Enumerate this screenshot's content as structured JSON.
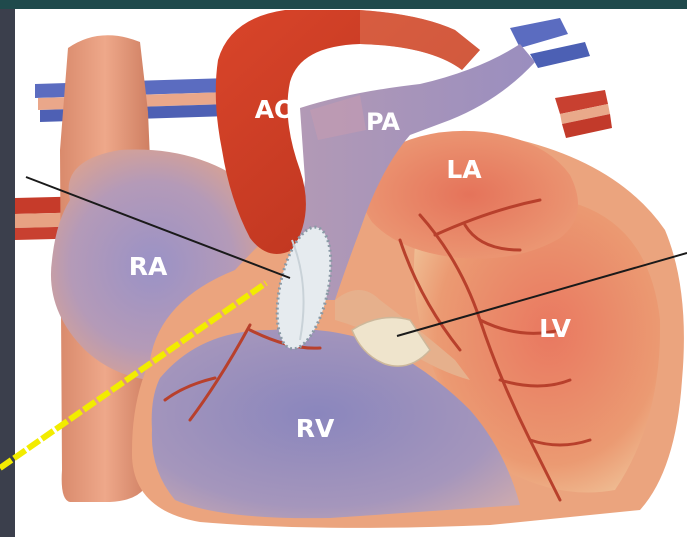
{
  "labels": {
    "ao": "AO",
    "pa": "PA",
    "la": "LA",
    "ra": "RA",
    "lv": "LV",
    "rv": "RV"
  },
  "colors": {
    "top_band": "#1f4a4c",
    "left_bar": "#3b3f4c",
    "aorta_red": "#c83a22",
    "venous_blue": "#6f6fa8",
    "heart_muscle": "#e8a074",
    "pointer_yellow": "#f2ec00"
  }
}
